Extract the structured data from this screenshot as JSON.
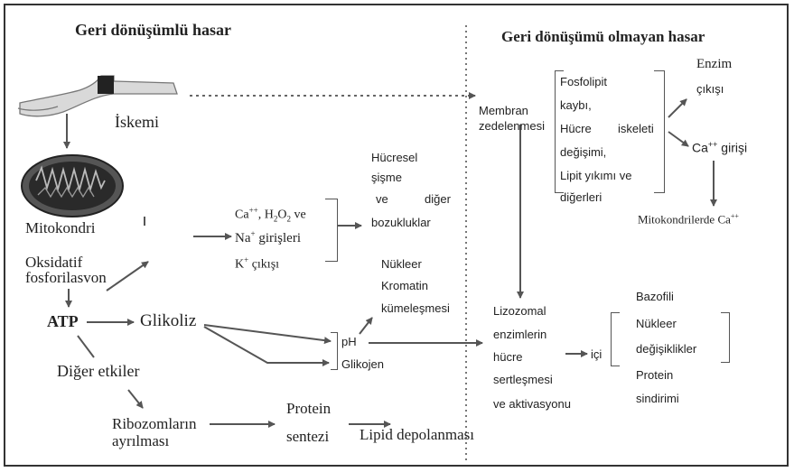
{
  "headings": {
    "reversible": "Geri dönüşümlü hasar",
    "irreversible": "Geri dönüşümü olmayan hasar"
  },
  "left": {
    "ischemia": "İskemi",
    "mitochondria": "Mitokondri",
    "oxphos_1": "Oksidatif",
    "oxphos_2": "fosforilasvon",
    "atp": "ATP",
    "glycolysis": "Glikoliz",
    "other_effects": "Diğer etkiler",
    "ribosome_1": "Ribozomların",
    "ribosome_2": "ayrılması",
    "protein_1": "Protein",
    "protein_2": "sentezi",
    "lipid": "Lipid depolanması"
  },
  "ions": {
    "line1_ca": "Ca",
    "line1_ca_sup": "++",
    "line1_rest_a": ", H",
    "line1_sub": "2",
    "line1_o": "O",
    "line1_sub2": "2",
    "line1_tail": " ve",
    "line2_na": "Na",
    "line2_sup": "+",
    "line2_tail": " girişleri",
    "line3_k": "K",
    "line3_sup": "+",
    "line3_tail": " çıkışı"
  },
  "swelling": [
    "Hücresel",
    "şişme",
    "ve",
    "diğer",
    "bozukluklar"
  ],
  "chromatin": [
    "Nükleer",
    "Kromatin",
    "kümeleşmesi"
  ],
  "ph": "pH",
  "glycogen": "Glikojen",
  "membrane": [
    "Membran",
    "zedelenmesi"
  ],
  "phospholipid": [
    "Fosfolipit",
    "kaybı,",
    "Hücre",
    "iskeleti",
    "değişimi,",
    "Lipit yıkımı ve",
    "diğerleri"
  ],
  "enzyme": [
    "Enzim",
    "çıkışı"
  ],
  "ca_entry": {
    "ca": "Ca",
    "sup": "++",
    "tail": " girişi"
  },
  "mito_ca": {
    "text": "Mitokondrilerde Ca",
    "sup": "++"
  },
  "lysosomal": [
    "Lizozomal",
    "enzimlerin",
    "hücre",
    "sertleşmesi",
    "ve aktivasyonu"
  ],
  "inside": "içi",
  "nuclear": [
    "Bazofili",
    "Nükleer",
    "değişiklikler",
    "Protein",
    "sindirimi"
  ]
}
